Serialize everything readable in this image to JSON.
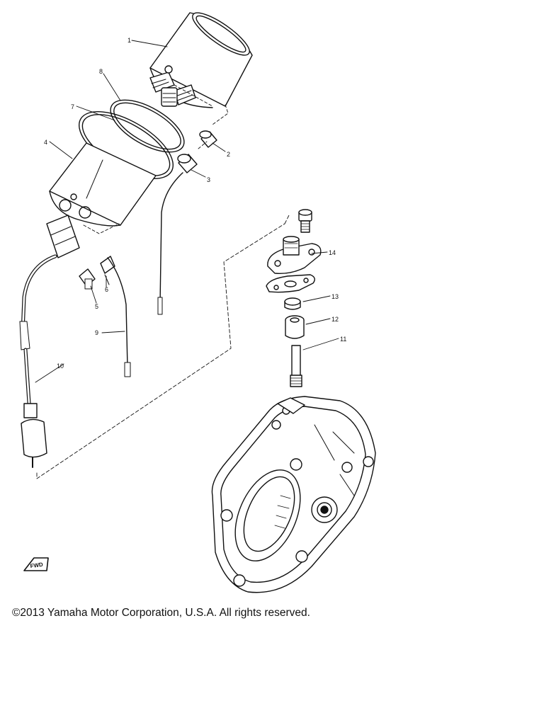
{
  "parts": [
    {
      "number": "1"
    },
    {
      "number": "2"
    },
    {
      "number": "3"
    },
    {
      "number": "4"
    },
    {
      "number": "5"
    },
    {
      "number": "6"
    },
    {
      "number": "7"
    },
    {
      "number": "8"
    },
    {
      "number": "9"
    },
    {
      "number": "10"
    },
    {
      "number": "11"
    },
    {
      "number": "12"
    },
    {
      "number": "13"
    },
    {
      "number": "14"
    }
  ],
  "front_mark": "FWD",
  "copyright": "©2013 Yamaha Motor Corporation, U.S.A. All rights reserved."
}
